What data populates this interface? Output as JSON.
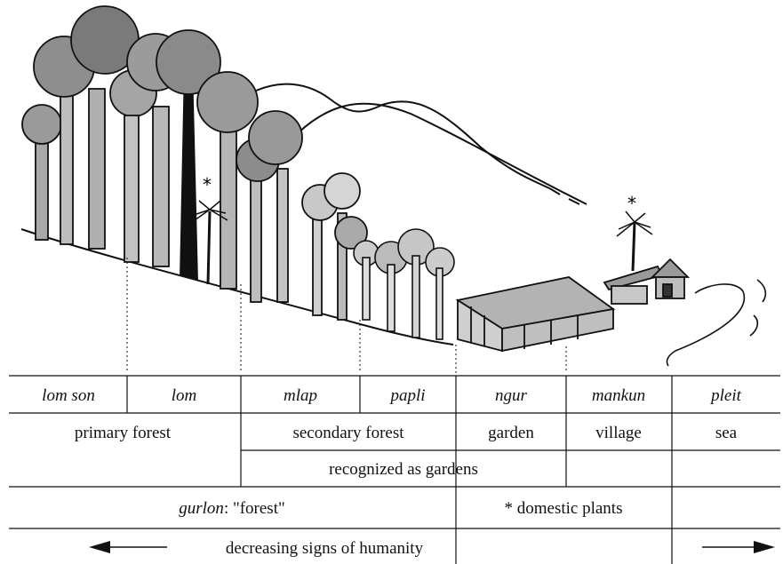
{
  "zones": [
    {
      "name": "lom son"
    },
    {
      "name": "lom"
    },
    {
      "name": "mlap"
    },
    {
      "name": "papli"
    },
    {
      "name": "ngur"
    },
    {
      "name": "mankun"
    },
    {
      "name": "pleit"
    }
  ],
  "categories": {
    "primary_forest": "primary forest",
    "secondary_forest": "secondary forest",
    "garden": "garden",
    "village": "village",
    "sea": "sea"
  },
  "recognized_row": "recognized as gardens",
  "gurlon_term": "gurlon",
  "gurlon_gloss": ": \"forest\"",
  "domestic_plants": "* domestic plants",
  "decreasing_label": "decreasing signs of humanity",
  "marker": "*",
  "icons": [
    "arrow-left-icon",
    "arrow-right-icon",
    "palm-tree-icon",
    "house-icon",
    "hut-icon"
  ]
}
